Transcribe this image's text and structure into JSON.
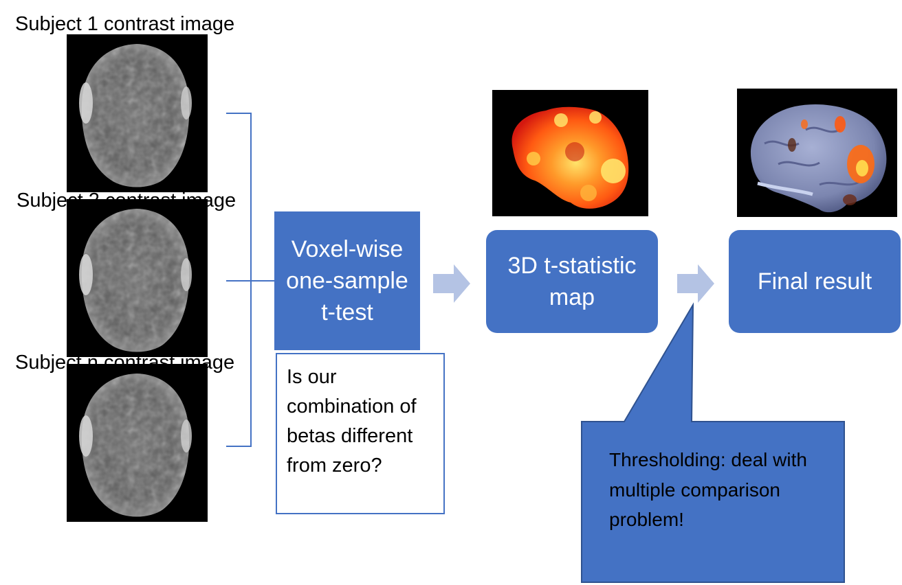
{
  "subjects": [
    {
      "label": "Subject 1 contrast image"
    },
    {
      "label": "Subject 2 contrast image"
    },
    {
      "label": "Subject n contrast image"
    }
  ],
  "steps": {
    "ttest": "Voxel-wise one-sample t-test",
    "tmap": "3D t-statistic map",
    "final": "Final result"
  },
  "question": "Is our combination of betas different from zero?",
  "callout": "Thresholding: deal with multiple comparison problem!",
  "colors": {
    "accent": "#4472c4",
    "arrow": "#b4c3e4",
    "heat_hot": "#ffe36a",
    "heat_mid": "#ff7a1a",
    "heat_low": "#d4180f"
  }
}
